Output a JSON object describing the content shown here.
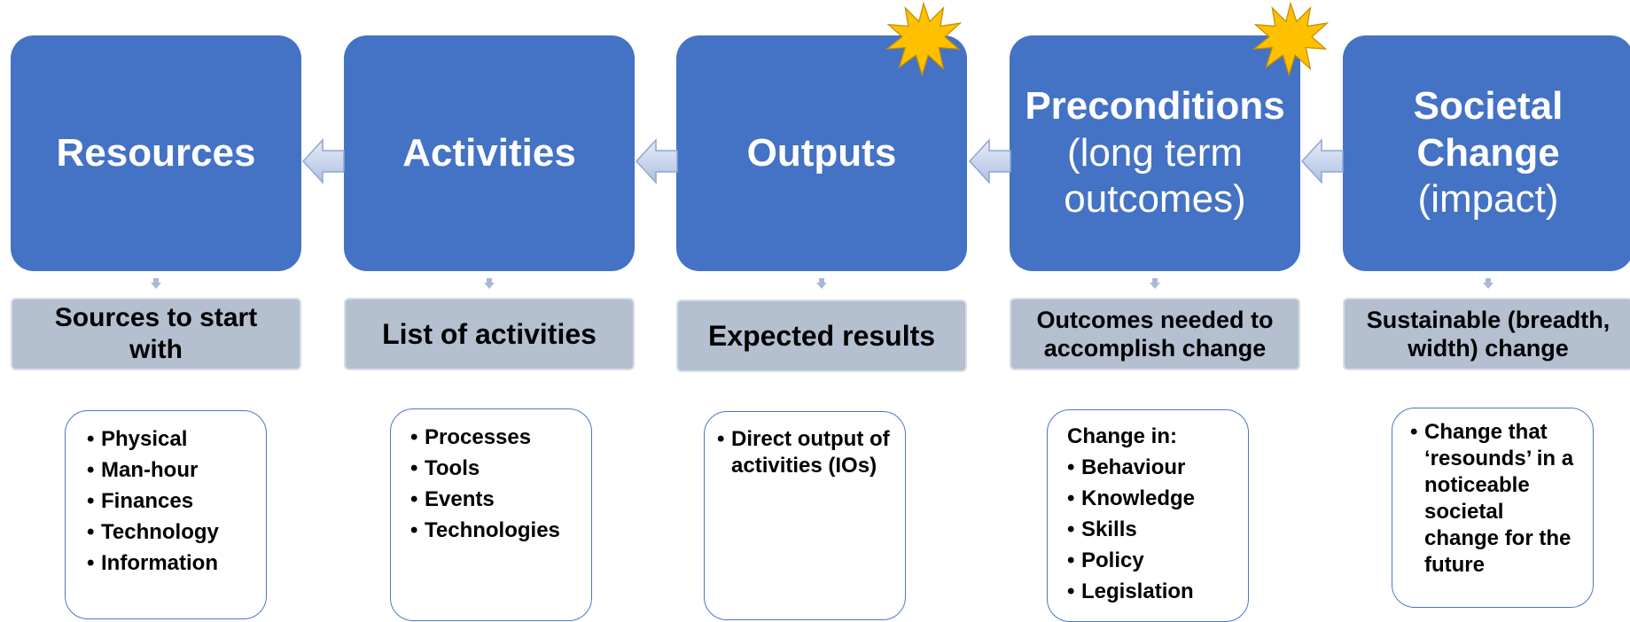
{
  "colors": {
    "stage_fill": "#4472C4",
    "band_fill": "#B4BFD0",
    "card_border": "#4A78C8",
    "star_fill": "#FFC000",
    "arrow_fill": "#C9D6EC"
  },
  "stages": [
    {
      "title": "Resources",
      "subtitle": "",
      "band": "Sources to start with",
      "card_intro": "",
      "card_items": [
        "Physical",
        "Man-hour",
        "Finances",
        "Technology",
        "Information"
      ],
      "star": false
    },
    {
      "title": "Activities",
      "subtitle": "",
      "band": "List of activities",
      "card_intro": "",
      "card_items": [
        "Processes",
        "Tools",
        "Events",
        "Technologies"
      ],
      "star": false
    },
    {
      "title": "Outputs",
      "subtitle": "",
      "band": "Expected results",
      "card_intro": "",
      "card_items": [
        "Direct output of activities (IOs)"
      ],
      "star": true
    },
    {
      "title": "Preconditions",
      "subtitle": "(long term outcomes)",
      "band": "Outcomes needed to accomplish change",
      "card_intro": "Change in:",
      "card_items": [
        "Behaviour",
        "Knowledge",
        "Skills",
        "Policy",
        "Legislation"
      ],
      "star": true
    },
    {
      "title": "Societal Change",
      "subtitle": "(impact)",
      "band": "Sustainable (breadth, width) change",
      "card_intro": "",
      "card_items": [
        "Change that ‘resounds’ in a noticeable societal change for the future"
      ],
      "star": false
    }
  ]
}
